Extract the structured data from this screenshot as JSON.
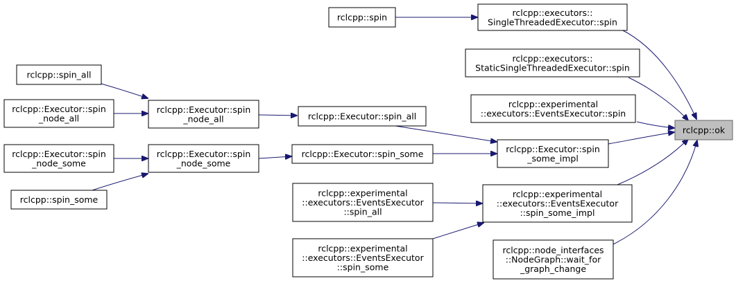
{
  "colors": {
    "edge": "#191970",
    "highlight_fill": "#bfbfbf",
    "highlight_stroke": "#666666"
  },
  "nodes": {
    "ok": {
      "lines": [
        "rclcpp::ok"
      ]
    },
    "single_threaded_spin": {
      "lines": [
        "rclcpp::executors::",
        "SingleThreadedExecutor::spin"
      ]
    },
    "spin": {
      "lines": [
        "rclcpp::spin"
      ]
    },
    "static_single_spin": {
      "lines": [
        "rclcpp::executors::",
        "StaticSingleThreadedExecutor::spin"
      ]
    },
    "events_executor_spin": {
      "lines": [
        "rclcpp::experimental",
        "::executors::EventsExecutor::spin"
      ]
    },
    "spin_some_impl": {
      "lines": [
        "rclcpp::Executor::spin",
        "_some_impl"
      ]
    },
    "executor_spin_all": {
      "lines": [
        "rclcpp::Executor::spin_all"
      ]
    },
    "spin_node_all_mid": {
      "lines": [
        "rclcpp::Executor::spin",
        "_node_all"
      ]
    },
    "spin_all": {
      "lines": [
        "rclcpp::spin_all"
      ]
    },
    "spin_node_all_left": {
      "lines": [
        "rclcpp::Executor::spin",
        "_node_all"
      ]
    },
    "executor_spin_some": {
      "lines": [
        "rclcpp::Executor::spin_some"
      ]
    },
    "spin_node_some_mid": {
      "lines": [
        "rclcpp::Executor::spin",
        "_node_some"
      ]
    },
    "spin_node_some_left": {
      "lines": [
        "rclcpp::Executor::spin",
        "_node_some"
      ]
    },
    "spin_some": {
      "lines": [
        "rclcpp::spin_some"
      ]
    },
    "events_spin_some_impl": {
      "lines": [
        "rclcpp::experimental",
        "::executors::EventsExecutor",
        "::spin_some_impl"
      ]
    },
    "events_spin_all": {
      "lines": [
        "rclcpp::experimental",
        "::executors::EventsExecutor",
        "::spin_all"
      ]
    },
    "events_spin_some": {
      "lines": [
        "rclcpp::experimental",
        "::executors::EventsExecutor",
        "::spin_some"
      ]
    },
    "wait_for_graph_change": {
      "lines": [
        "rclcpp::node_interfaces",
        "::NodeGraph::wait_for",
        "_graph_change"
      ]
    }
  }
}
